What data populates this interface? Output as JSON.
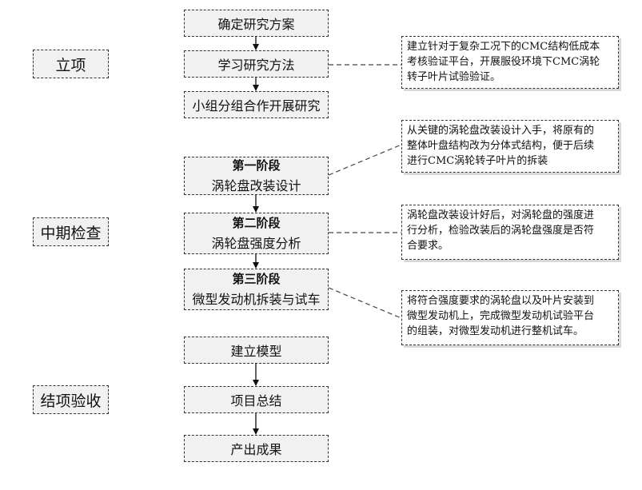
{
  "phases": [
    {
      "label": "立项"
    },
    {
      "label": "中期检查"
    },
    {
      "label": "结项验收"
    }
  ],
  "steps": [
    {
      "label": "确定研究方案"
    },
    {
      "label": "学习研究方法"
    },
    {
      "label": "小组分组合作开展研究"
    },
    {
      "title": "第一阶段",
      "label": "涡轮盘改装设计"
    },
    {
      "title": "第二阶段",
      "label": "涡轮盘强度分析"
    },
    {
      "title": "第三阶段",
      "label": "微型发动机拆装与试车"
    },
    {
      "label": "建立模型"
    },
    {
      "label": "项目总结"
    },
    {
      "label": "产出成果"
    }
  ],
  "notes": [
    {
      "lines": [
        "建立针对于复杂工况下的CMC结构低成本",
        "考核验证平台，开展服役环境下CMC涡轮",
        "转子叶片试验验证。"
      ]
    },
    {
      "lines": [
        "从关键的涡轮盘改装设计入手，将原有的",
        "整体叶盘结构改为分体式结构，便于后续",
        "进行CMC涡轮转子叶片的拆装"
      ]
    },
    {
      "lines": [
        "涡轮盘改装设计好后，对涡轮盘的强度进",
        "行分析，检验改装后的涡轮盘强度是否符",
        "合要求。"
      ]
    },
    {
      "lines": [
        "将符合强度要求的涡轮盘以及叶片安装到",
        "微型发动机上，完成微型发动机试验平台",
        "的组装，对微型发动机进行整机试车。"
      ]
    }
  ]
}
